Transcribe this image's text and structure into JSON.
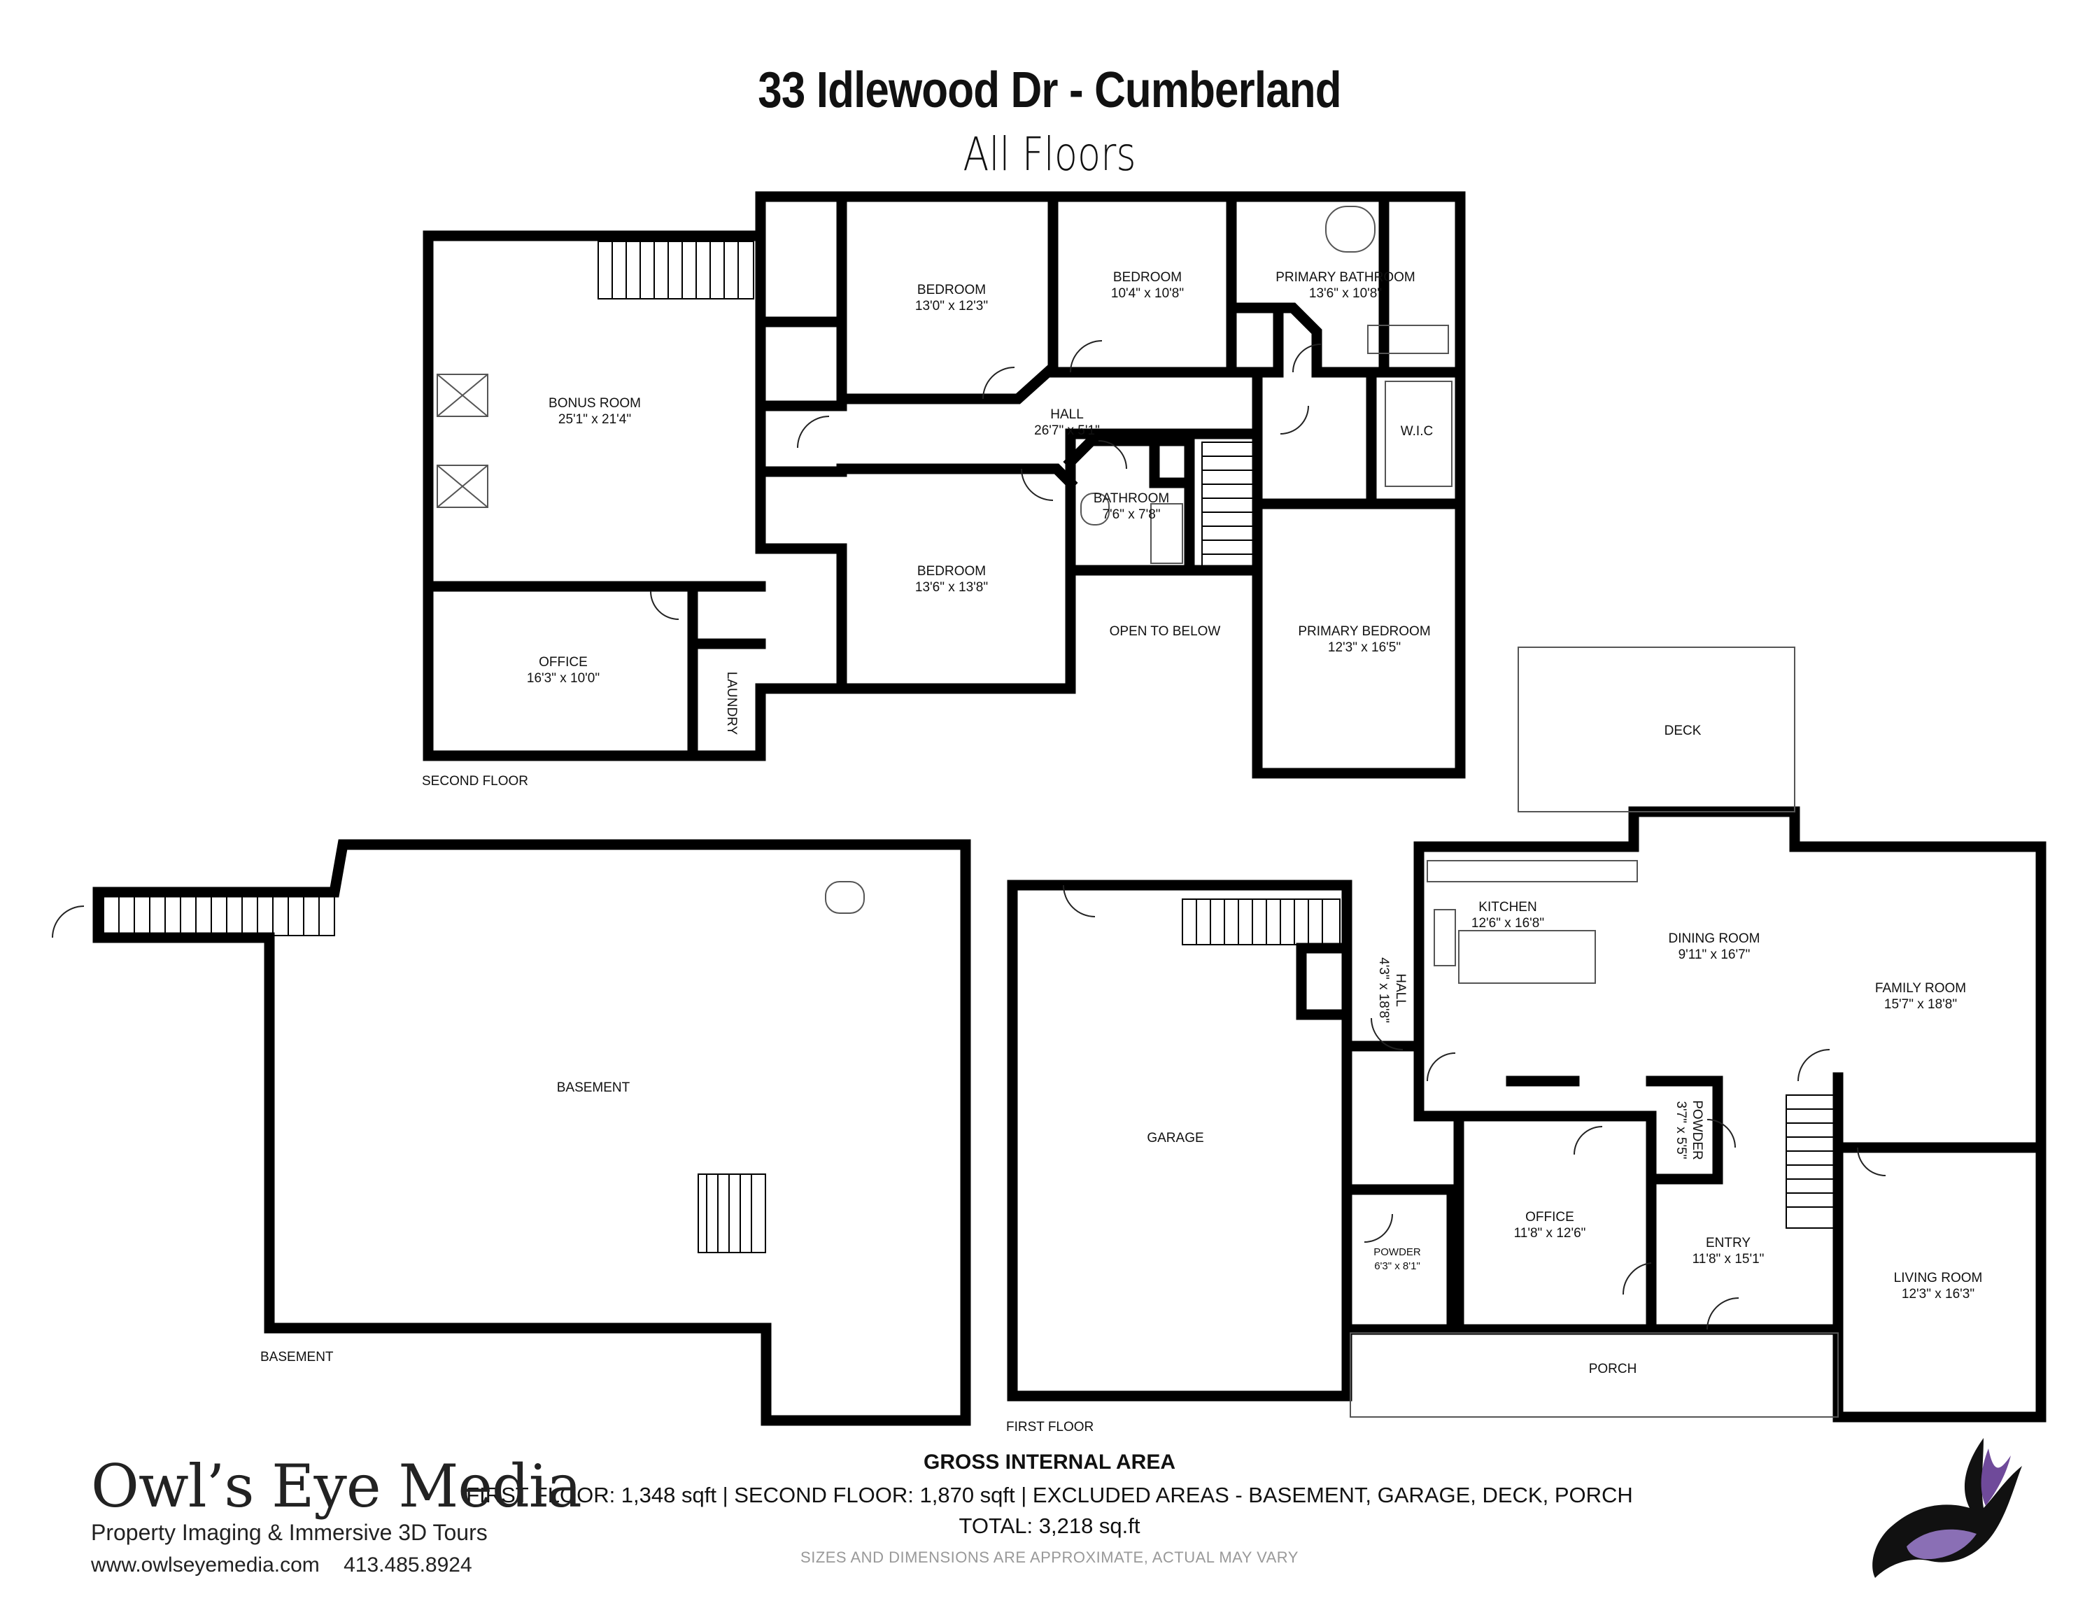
{
  "header": {
    "title": "33 Idlewood Dr - Cumberland",
    "subtitle": "All Floors"
  },
  "floors": {
    "second": "SECOND FLOOR",
    "basement": "BASEMENT",
    "first": "FIRST FLOOR"
  },
  "rooms": {
    "bonus_room": {
      "name": "BONUS ROOM",
      "dims": "25'1\" x 21'4\""
    },
    "bedroom_a": {
      "name": "BEDROOM",
      "dims": "13'0\" x 12'3\""
    },
    "bedroom_b": {
      "name": "BEDROOM",
      "dims": "10'4\" x 10'8\""
    },
    "primary_bath": {
      "name": "PRIMARY BATHROOM",
      "dims": "13'6\" x 10'8\""
    },
    "hall_upper": {
      "name": "HALL",
      "dims": "26'7\" x 5'1\""
    },
    "wic": {
      "name": "W.I.C",
      "dims": ""
    },
    "bathroom": {
      "name": "BATHROOM",
      "dims": "7'6\" x 7'8\""
    },
    "bedroom_c": {
      "name": "BEDROOM",
      "dims": "13'6\" x 13'8\""
    },
    "open_below": {
      "name": "OPEN TO BELOW",
      "dims": ""
    },
    "primary_bed": {
      "name": "PRIMARY BEDROOM",
      "dims": "12'3\" x 16'5\""
    },
    "office_upper": {
      "name": "OFFICE",
      "dims": "16'3\" x 10'0\""
    },
    "laundry": {
      "name": "LAUNDRY",
      "dims": ""
    },
    "basement": {
      "name": "BASEMENT",
      "dims": ""
    },
    "deck": {
      "name": "DECK",
      "dims": ""
    },
    "kitchen": {
      "name": "KITCHEN",
      "dims": "12'6\" x 16'8\""
    },
    "dining": {
      "name": "DINING ROOM",
      "dims": "9'11\" x 16'7\""
    },
    "family": {
      "name": "FAMILY ROOM",
      "dims": "15'7\" x 18'8\""
    },
    "garage": {
      "name": "GARAGE",
      "dims": ""
    },
    "hall_lower": {
      "name": "HALL",
      "dims": "4'3\" x 18'8\""
    },
    "powder_a": {
      "name": "POWDER",
      "dims": "3'7\" x 5'5\""
    },
    "office_lower": {
      "name": "OFFICE",
      "dims": "11'8\" x 12'6\""
    },
    "entry": {
      "name": "ENTRY",
      "dims": "11'8\" x 15'1\""
    },
    "living": {
      "name": "LIVING ROOM",
      "dims": "12'3\" x 16'3\""
    },
    "powder_b": {
      "name": "POWDER",
      "dims": "6'3\" x 8'1\""
    },
    "porch": {
      "name": "PORCH",
      "dims": ""
    }
  },
  "area": {
    "heading": "GROSS INTERNAL AREA",
    "line": "FIRST FLOOR: 1,348 sqft  |  SECOND FLOOR: 1,870 sqft  |  EXCLUDED AREAS - BASEMENT, GARAGE, DECK, PORCH",
    "total": "TOTAL: 3,218 sq.ft",
    "note": "SIZES AND DIMENSIONS ARE APPROXIMATE, ACTUAL MAY VARY"
  },
  "brand": {
    "name": "Owl’s Eye Media",
    "tagline": "Property Imaging & Immersive 3D Tours",
    "website": "www.owlseyemedia.com",
    "phone": "413.485.8924"
  },
  "colors": {
    "wall": "#000000",
    "background": "#ffffff",
    "logo_purple": "#6f4a9a"
  }
}
